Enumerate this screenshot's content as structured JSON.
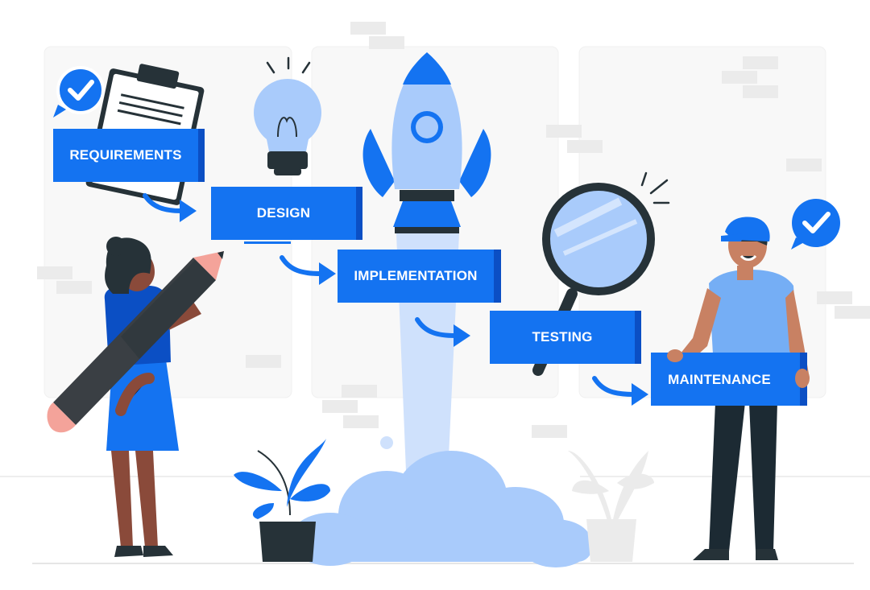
{
  "steps": [
    {
      "label": "REQUIREMENTS"
    },
    {
      "label": "DESIGN"
    },
    {
      "label": "IMPLEMENTATION"
    },
    {
      "label": "TESTING"
    },
    {
      "label": "MAINTENANCE"
    }
  ],
  "colors": {
    "primary": "#1473f1",
    "primary_dark": "#0b4fc4",
    "light_blue": "#a9cbfb",
    "pale_blue": "#d4e5fd",
    "bg_panel": "#f7f7f7",
    "gray_block": "#ebebeb",
    "skin_dark": "#8a4a3a",
    "skin_light": "#c88163",
    "navy": "#1c2a33",
    "pencil_body": "#3a3f44",
    "pencil_tip": "#f4a39a"
  },
  "icons": [
    "checkmark-bubble-icon",
    "clipboard-icon",
    "lightbulb-icon",
    "rocket-icon",
    "magnifier-icon",
    "arrow-icon",
    "pencil-icon",
    "plant-icon",
    "cloud-icon"
  ]
}
